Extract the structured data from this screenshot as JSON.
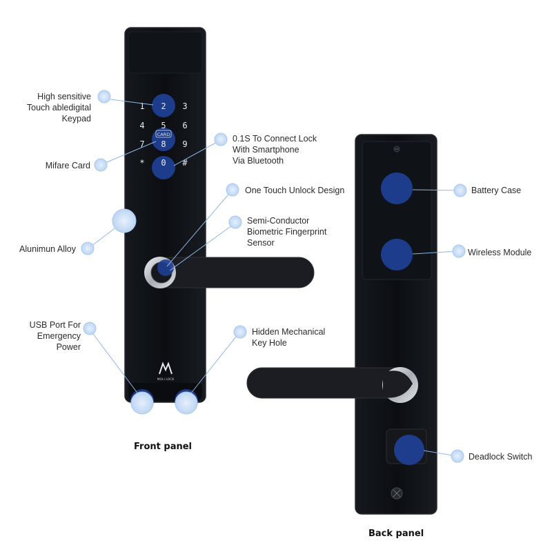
{
  "colors": {
    "panel": "#0e1014",
    "panel_edge": "#2a2d33",
    "key_glow": "#1f3f92",
    "dot": "#c9def7",
    "dot_ring": "#9cc1ee",
    "leader": "#8fb6e6",
    "chrome": "#c9ccd1"
  },
  "front": {
    "caption": "Front panel",
    "brand": "MOLI LOCK",
    "keypad": {
      "keys": [
        "1",
        "2",
        "3",
        "4",
        "5",
        "6",
        "7",
        "8",
        "9",
        "*",
        "0",
        "#"
      ],
      "card_label": "CARD"
    }
  },
  "back": {
    "caption": "Back panel"
  },
  "callouts": {
    "keypad": "High sensitive\nTouch abledigital\nKeypad",
    "mifare": "Mifare Card",
    "alloy": "Alunimun Alloy",
    "usb": "USB Port For\nEmergency\nPower",
    "bluetooth": "0.1S To Connect Lock\nWith Smartphone\nVia Bluetooth",
    "one_touch": "One Touch Unlock Design",
    "fingerprint": "Semi-Conductor\nBiometric Fingerprint\nSensor",
    "key_hole": "Hidden Mechanical\nKey Hole",
    "battery": "Battery Case",
    "wireless": "Wireless Module",
    "deadlock": "Deadlock Switch"
  }
}
